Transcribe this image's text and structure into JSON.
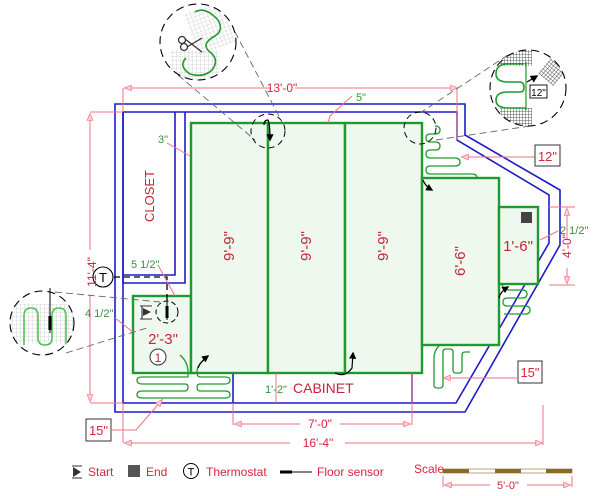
{
  "diagram": {
    "title": "Floor heating mat layout plan",
    "colors": {
      "wall": "#1c1cc8",
      "mat": "#1f9a2e",
      "mat_fill": "#eef8ee",
      "dimension": "#f07080",
      "dimension_text": "#d9243a",
      "green_text": "#3a8f3a",
      "callout": "#555555",
      "scale_dark": "#8a6a2a"
    },
    "dimensions": {
      "top_width": "13'-0\"",
      "wall_gap_top": "5\"",
      "left_height": "11'-4\"",
      "inner_offset": "3\"",
      "closet_gap": "5 1/2\"",
      "left_gap": "4 1/2\"",
      "cabinet_gap": "1'-2\"",
      "cabinet_width": "7'-0\"",
      "total_width": "16'-4\"",
      "right_height": "4'-0\"",
      "right_gap": "2 1/2\""
    },
    "rooms": {
      "closet": "CLOSET",
      "cabinet": "CABINET"
    },
    "mats": [
      {
        "id": "mat-small-left",
        "length": "2'-3\""
      },
      {
        "id": "mat-1",
        "length": "9'-9\""
      },
      {
        "id": "mat-2",
        "length": "9'-9\""
      },
      {
        "id": "mat-3",
        "length": "9'-9\""
      },
      {
        "id": "mat-4",
        "length": "6'-6\""
      },
      {
        "id": "mat-5",
        "length": "1'-6\""
      }
    ],
    "spacing_tags": {
      "top_right": "12\"",
      "bottom_left": "15\"",
      "bottom_right": "15\"",
      "detail": "12\""
    },
    "start_marker": "1",
    "thermostat_symbol": "T",
    "legend": {
      "start": "Start",
      "end": "End",
      "thermostat": "Thermostat",
      "thermostat_symbol": "T",
      "floor_sensor": "Floor sensor"
    },
    "scale": {
      "label": "Scale",
      "length": "5'-0\""
    }
  }
}
